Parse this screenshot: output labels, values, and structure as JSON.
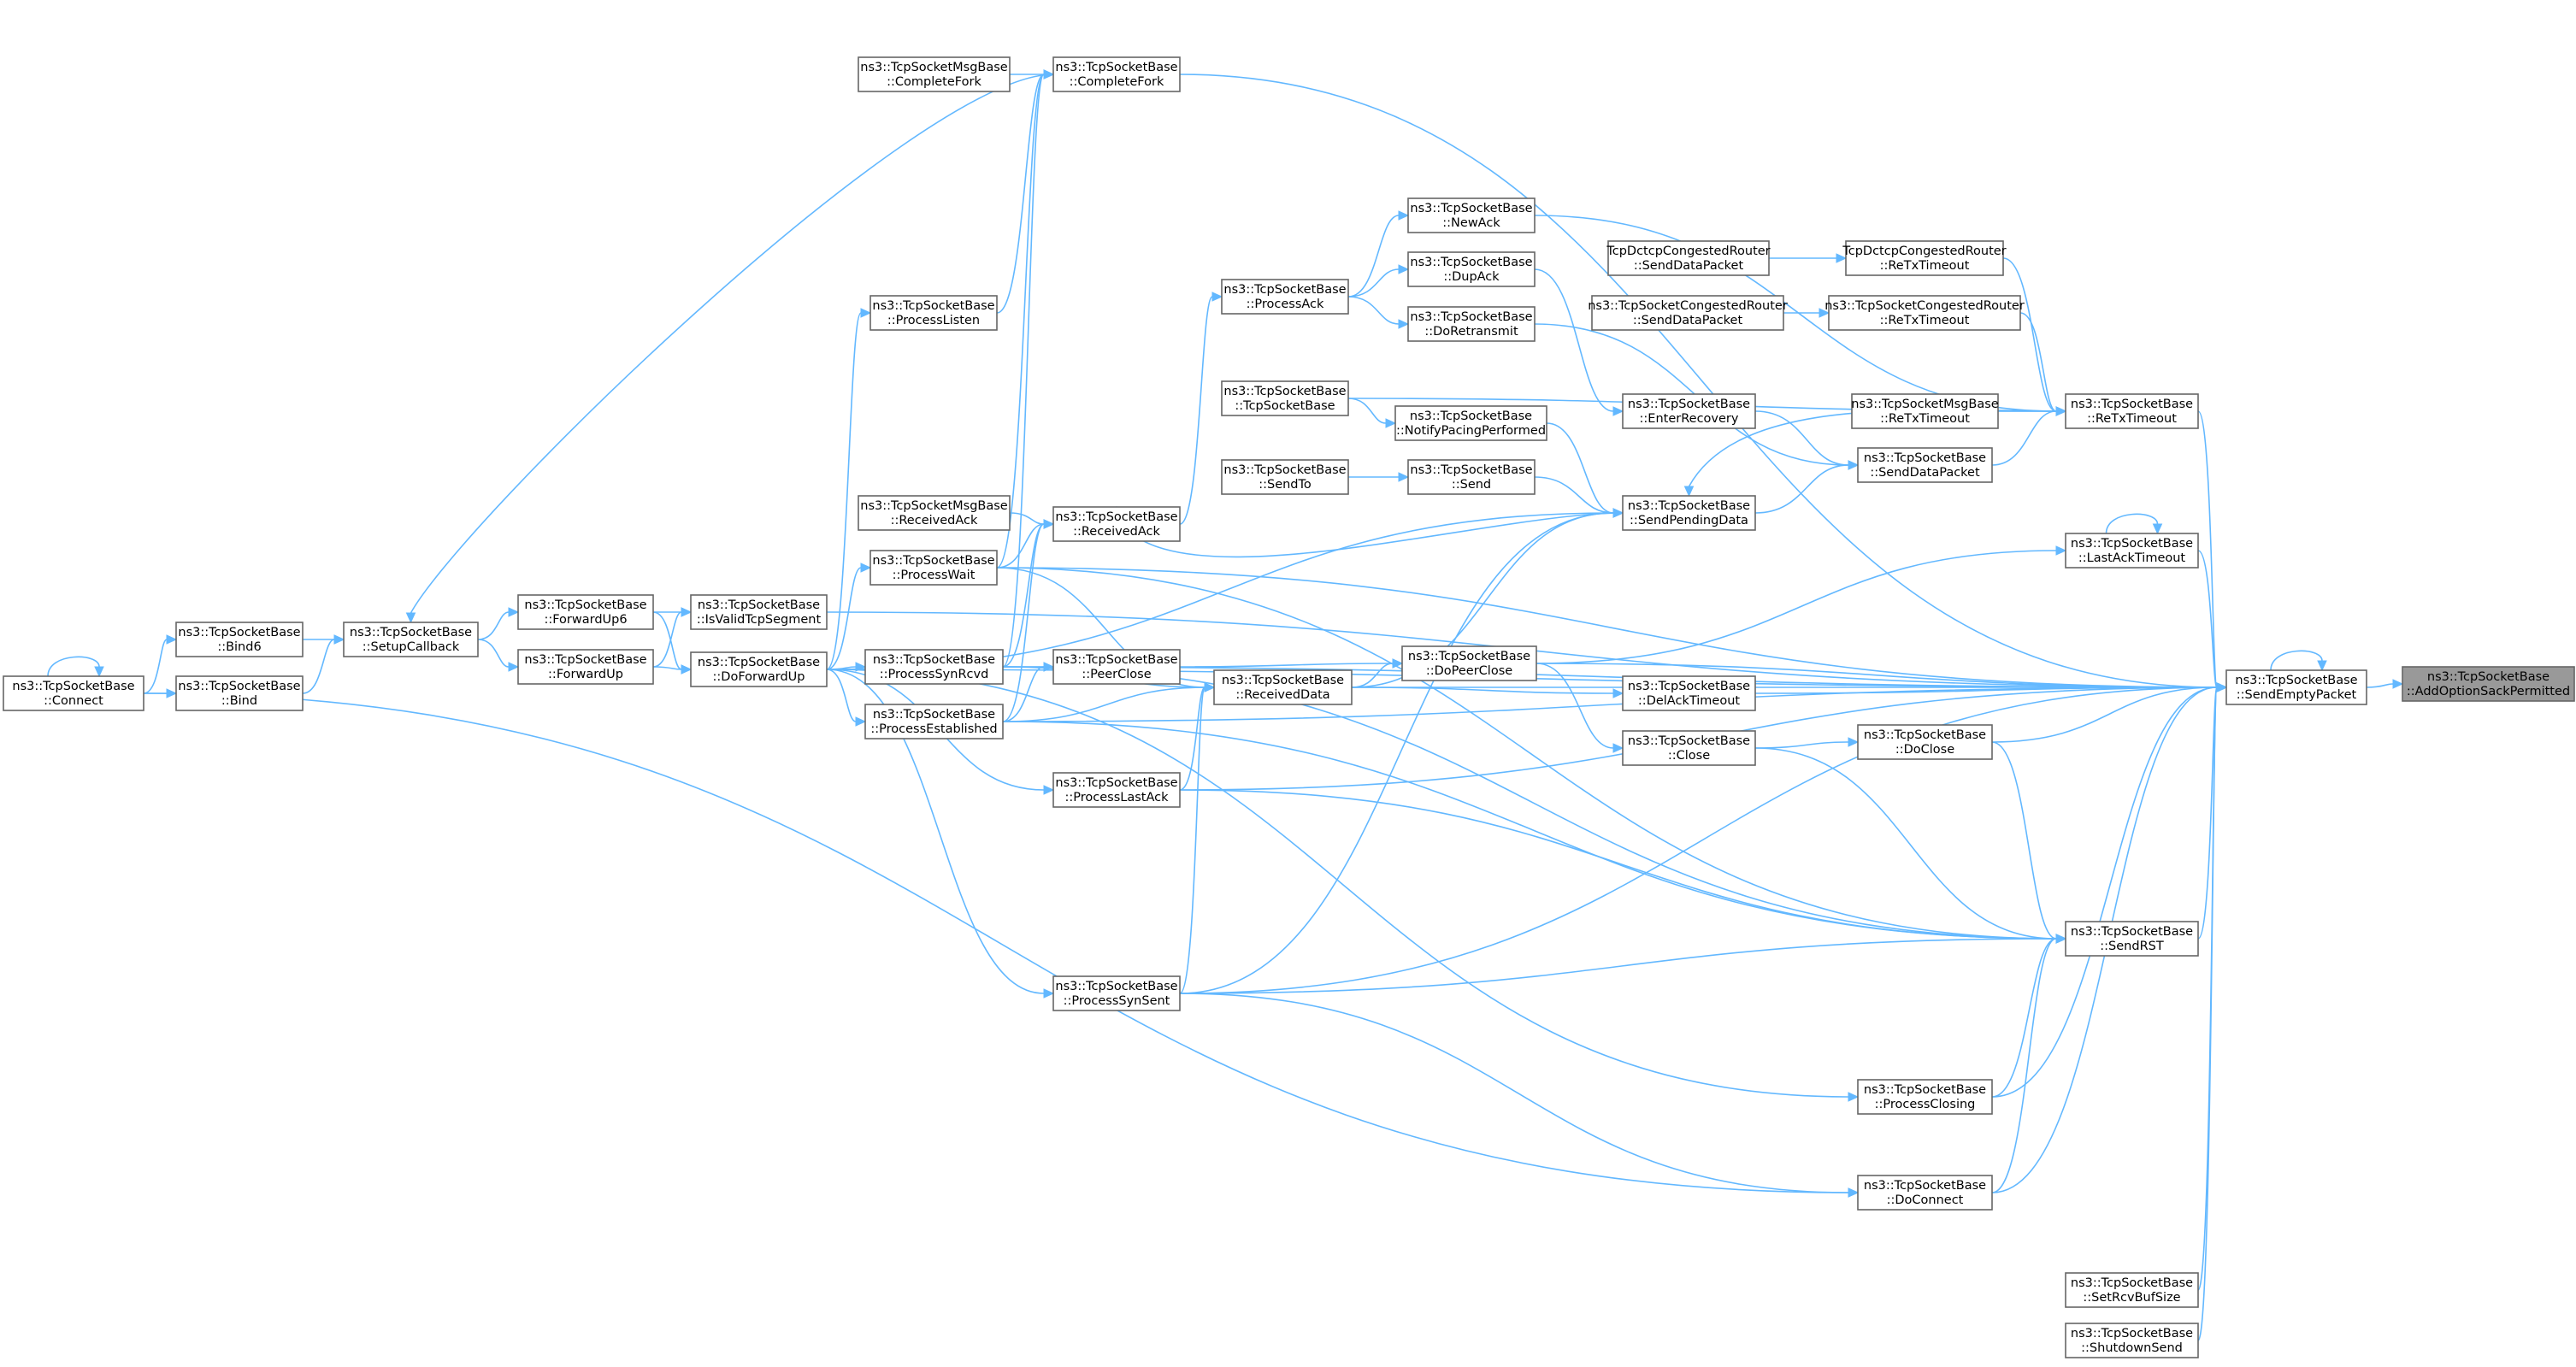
{
  "graph": {
    "root": "AddOptionSackPermitted",
    "nodes": [
      {
        "id": "AddOptionSackPermitted",
        "line1": "ns3::TcpSocketBase",
        "line2": "::AddOptionSackPermitted"
      },
      {
        "id": "SendEmptyPacket",
        "line1": "ns3::TcpSocketBase",
        "line2": "::SendEmptyPacket"
      },
      {
        "id": "CompleteFork",
        "line1": "ns3::TcpSocketBase",
        "line2": "::CompleteFork"
      },
      {
        "id": "MsgCompleteFork",
        "line1": "ns3::TcpSocketMsgBase",
        "line2": "::CompleteFork"
      },
      {
        "id": "ProcessListen",
        "line1": "ns3::TcpSocketBase",
        "line2": "::ProcessListen"
      },
      {
        "id": "DoForwardUp",
        "line1": "ns3::TcpSocketBase",
        "line2": "::DoForwardUp"
      },
      {
        "id": "IsValidTcpSegment",
        "line1": "ns3::TcpSocketBase",
        "line2": "::IsValidTcpSegment"
      },
      {
        "id": "ForwardUp6",
        "line1": "ns3::TcpSocketBase",
        "line2": "::ForwardUp6"
      },
      {
        "id": "ForwardUp",
        "line1": "ns3::TcpSocketBase",
        "line2": "::ForwardUp"
      },
      {
        "id": "SetupCallback",
        "line1": "ns3::TcpSocketBase",
        "line2": "::SetupCallback"
      },
      {
        "id": "Bind6",
        "line1": "ns3::TcpSocketBase",
        "line2": "::Bind6"
      },
      {
        "id": "Bind",
        "line1": "ns3::TcpSocketBase",
        "line2": "::Bind"
      },
      {
        "id": "Connect",
        "line1": "ns3::TcpSocketBase",
        "line2": "::Connect"
      },
      {
        "id": "DelAckTimeout",
        "line1": "ns3::TcpSocketBase",
        "line2": "::DelAckTimeout"
      },
      {
        "id": "DoClose",
        "line1": "ns3::TcpSocketBase",
        "line2": "::DoClose"
      },
      {
        "id": "Close",
        "line1": "ns3::TcpSocketBase",
        "line2": "::Close"
      },
      {
        "id": "DoPeerClose",
        "line1": "ns3::TcpSocketBase",
        "line2": "::DoPeerClose"
      },
      {
        "id": "ReceivedData",
        "line1": "ns3::TcpSocketBase",
        "line2": "::ReceivedData"
      },
      {
        "id": "ProcessEstablished",
        "line1": "ns3::TcpSocketBase",
        "line2": "::ProcessEstablished"
      },
      {
        "id": "ProcessLastAck",
        "line1": "ns3::TcpSocketBase",
        "line2": "::ProcessLastAck"
      },
      {
        "id": "ProcessSynSent",
        "line1": "ns3::TcpSocketBase",
        "line2": "::ProcessSynSent"
      },
      {
        "id": "ProcessWait",
        "line1": "ns3::TcpSocketBase",
        "line2": "::ProcessWait"
      },
      {
        "id": "ProcessSynRcvd",
        "line1": "ns3::TcpSocketBase",
        "line2": "::ProcessSynRcvd"
      },
      {
        "id": "PeerClose",
        "line1": "ns3::TcpSocketBase",
        "line2": "::PeerClose"
      },
      {
        "id": "DoConnect",
        "line1": "ns3::TcpSocketBase",
        "line2": "::DoConnect"
      },
      {
        "id": "LastAckTimeout",
        "line1": "ns3::TcpSocketBase",
        "line2": "::LastAckTimeout"
      },
      {
        "id": "ProcessClosing",
        "line1": "ns3::TcpSocketBase",
        "line2": "::ProcessClosing"
      },
      {
        "id": "ReTxTimeout",
        "line1": "ns3::TcpSocketBase",
        "line2": "::ReTxTimeout"
      },
      {
        "id": "MsgReTxTimeout",
        "line1": "ns3::TcpSocketMsgBase",
        "line2": "::ReTxTimeout"
      },
      {
        "id": "DctcpReTxTimeout",
        "line1": "TcpDctcpCongestedRouter",
        "line2": "::ReTxTimeout"
      },
      {
        "id": "DctcpSendDataPacket",
        "line1": "TcpDctcpCongestedRouter",
        "line2": "::SendDataPacket"
      },
      {
        "id": "CongReTxTimeout",
        "line1": "ns3::TcpSocketCongestedRouter",
        "line2": "::ReTxTimeout"
      },
      {
        "id": "CongSendDataPacket",
        "line1": "ns3::TcpSocketCongestedRouter",
        "line2": "::SendDataPacket"
      },
      {
        "id": "SendDataPacket",
        "line1": "ns3::TcpSocketBase",
        "line2": "::SendDataPacket"
      },
      {
        "id": "EnterRecovery",
        "line1": "ns3::TcpSocketBase",
        "line2": "::EnterRecovery"
      },
      {
        "id": "DupAck",
        "line1": "ns3::TcpSocketBase",
        "line2": "::DupAck"
      },
      {
        "id": "ProcessAck",
        "line1": "ns3::TcpSocketBase",
        "line2": "::ProcessAck"
      },
      {
        "id": "ReceivedAck",
        "line1": "ns3::TcpSocketBase",
        "line2": "::ReceivedAck"
      },
      {
        "id": "MsgReceivedAck",
        "line1": "ns3::TcpSocketMsgBase",
        "line2": "::ReceivedAck"
      },
      {
        "id": "SendPendingData",
        "line1": "ns3::TcpSocketBase",
        "line2": "::SendPendingData"
      },
      {
        "id": "DoRetransmit",
        "line1": "ns3::TcpSocketBase",
        "line2": "::DoRetransmit"
      },
      {
        "id": "NewAck",
        "line1": "ns3::TcpSocketBase",
        "line2": "::NewAck"
      },
      {
        "id": "NotifyPacingPerformed",
        "line1": "ns3::TcpSocketBase",
        "line2": "::NotifyPacingPerformed"
      },
      {
        "id": "TcpSocketBase",
        "line1": "ns3::TcpSocketBase",
        "line2": "::TcpSocketBase"
      },
      {
        "id": "Send",
        "line1": "ns3::TcpSocketBase",
        "line2": "::Send"
      },
      {
        "id": "SendTo",
        "line1": "ns3::TcpSocketBase",
        "line2": "::SendTo"
      },
      {
        "id": "SendRST",
        "line1": "ns3::TcpSocketBase",
        "line2": "::SendRST"
      },
      {
        "id": "SetRcvBufSize",
        "line1": "ns3::TcpSocketBase",
        "line2": "::SetRcvBufSize"
      },
      {
        "id": "ShutdownSend",
        "line1": "ns3::TcpSocketBase",
        "line2": "::ShutdownSend"
      }
    ],
    "edges": [
      [
        "SendEmptyPacket",
        "AddOptionSackPermitted"
      ],
      [
        "CompleteFork",
        "SendEmptyPacket"
      ],
      [
        "MsgCompleteFork",
        "CompleteFork"
      ],
      [
        "ProcessListen",
        "CompleteFork"
      ],
      [
        "DoForwardUp",
        "ProcessListen"
      ],
      [
        "IsValidTcpSegment",
        "SendEmptyPacket"
      ],
      [
        "ForwardUp6",
        "IsValidTcpSegment"
      ],
      [
        "ForwardUp",
        "IsValidTcpSegment"
      ],
      [
        "ForwardUp6",
        "DoForwardUp"
      ],
      [
        "ForwardUp",
        "DoForwardUp"
      ],
      [
        "SetupCallback",
        "ForwardUp6"
      ],
      [
        "SetupCallback",
        "ForwardUp"
      ],
      [
        "CompleteFork",
        "SetupCallback"
      ],
      [
        "Bind6",
        "SetupCallback"
      ],
      [
        "Bind",
        "SetupCallback"
      ],
      [
        "Connect",
        "Bind6"
      ],
      [
        "Connect",
        "Bind"
      ],
      [
        "Connect",
        "Connect"
      ],
      [
        "DelAckTimeout",
        "SendEmptyPacket"
      ],
      [
        "DoClose",
        "SendEmptyPacket"
      ],
      [
        "Close",
        "DoClose"
      ],
      [
        "DoPeerClose",
        "Close"
      ],
      [
        "ReceivedData",
        "DoPeerClose"
      ],
      [
        "ReceivedData",
        "DelAckTimeout"
      ],
      [
        "ProcessEstablished",
        "ReceivedData"
      ],
      [
        "ProcessLastAck",
        "ReceivedData"
      ],
      [
        "ProcessSynSent",
        "ReceivedData"
      ],
      [
        "ProcessWait",
        "ReceivedData"
      ],
      [
        "ProcessSynRcvd",
        "ReceivedData"
      ],
      [
        "PeerClose",
        "DoPeerClose"
      ],
      [
        "ProcessEstablished",
        "PeerClose"
      ],
      [
        "ProcessSynRcvd",
        "PeerClose"
      ],
      [
        "DoForwardUp",
        "ProcessWait"
      ],
      [
        "DoForwardUp",
        "ProcessSynRcvd"
      ],
      [
        "DoForwardUp",
        "ProcessEstablished"
      ],
      [
        "DoForwardUp",
        "ProcessLastAck"
      ],
      [
        "DoForwardUp",
        "ProcessSynSent"
      ],
      [
        "DoForwardUp",
        "SendEmptyPacket"
      ],
      [
        "DoPeerClose",
        "SendEmptyPacket"
      ],
      [
        "ReceivedData",
        "SendEmptyPacket"
      ],
      [
        "ProcessLastAck",
        "SendEmptyPacket"
      ],
      [
        "ProcessSynSent",
        "SendEmptyPacket"
      ],
      [
        "ProcessEstablished",
        "SendEmptyPacket"
      ],
      [
        "ProcessWait",
        "SendEmptyPacket"
      ],
      [
        "ProcessSynRcvd",
        "SendEmptyPacket"
      ],
      [
        "DoConnect",
        "SendEmptyPacket"
      ],
      [
        "Connect",
        "DoConnect"
      ],
      [
        "ProcessSynSent",
        "DoConnect"
      ],
      [
        "LastAckTimeout",
        "SendEmptyPacket"
      ],
      [
        "LastAckTimeout",
        "LastAckTimeout"
      ],
      [
        "DoPeerClose",
        "LastAckTimeout"
      ],
      [
        "ProcessClosing",
        "SendEmptyPacket"
      ],
      [
        "DoForwardUp",
        "ProcessClosing"
      ],
      [
        "ReTxTimeout",
        "SendEmptyPacket"
      ],
      [
        "MsgReTxTimeout",
        "ReTxTimeout"
      ],
      [
        "DctcpReTxTimeout",
        "ReTxTimeout"
      ],
      [
        "DctcpSendDataPacket",
        "DctcpReTxTimeout"
      ],
      [
        "CongReTxTimeout",
        "ReTxTimeout"
      ],
      [
        "CongSendDataPacket",
        "CongReTxTimeout"
      ],
      [
        "SendDataPacket",
        "ReTxTimeout"
      ],
      [
        "SendPendingData",
        "SendDataPacket"
      ],
      [
        "EnterRecovery",
        "SendDataPacket"
      ],
      [
        "DoRetransmit",
        "SendDataPacket"
      ],
      [
        "DupAck",
        "EnterRecovery"
      ],
      [
        "NewAck",
        "ReTxTimeout"
      ],
      [
        "ProcessAck",
        "NewAck"
      ],
      [
        "ProcessAck",
        "DupAck"
      ],
      [
        "ProcessAck",
        "DoRetransmit"
      ],
      [
        "ReceivedAck",
        "ProcessAck"
      ],
      [
        "MsgReceivedAck",
        "ReceivedAck"
      ],
      [
        "ProcessEstablished",
        "ReceivedAck"
      ],
      [
        "ProcessWait",
        "ReceivedAck"
      ],
      [
        "ProcessSynRcvd",
        "ReceivedAck"
      ],
      [
        "SendPendingData",
        "ReceivedAck"
      ],
      [
        "ReTxTimeout",
        "SendPendingData"
      ],
      [
        "NotifyPacingPerformed",
        "SendPendingData"
      ],
      [
        "TcpSocketBase",
        "NotifyPacingPerformed"
      ],
      [
        "TcpSocketBase",
        "ReTxTimeout"
      ],
      [
        "Send",
        "SendPendingData"
      ],
      [
        "SendTo",
        "Send"
      ],
      [
        "ReceivedData",
        "SendPendingData"
      ],
      [
        "ProcessSynSent",
        "SendPendingData"
      ],
      [
        "DoForwardUp",
        "SendPendingData"
      ],
      [
        "SendRST",
        "SendEmptyPacket"
      ],
      [
        "ProcessLastAck",
        "SendRST"
      ],
      [
        "ProcessSynSent",
        "SendRST"
      ],
      [
        "ProcessEstablished",
        "SendRST"
      ],
      [
        "ProcessWait",
        "SendRST"
      ],
      [
        "ProcessSynRcvd",
        "SendRST"
      ],
      [
        "ProcessClosing",
        "SendRST"
      ],
      [
        "DoConnect",
        "SendRST"
      ],
      [
        "DoClose",
        "SendRST"
      ],
      [
        "Close",
        "SendRST"
      ],
      [
        "SetRcvBufSize",
        "SendEmptyPacket"
      ],
      [
        "ShutdownSend",
        "SendEmptyPacket"
      ],
      [
        "SendEmptyPacket",
        "SendEmptyPacket"
      ],
      [
        "ProcessWait",
        "CompleteFork"
      ],
      [
        "ProcessSynRcvd",
        "CompleteFork"
      ]
    ]
  },
  "colors": {
    "edge": "#63b8ff",
    "node_border": "#666666",
    "root_fill": "#999999"
  }
}
